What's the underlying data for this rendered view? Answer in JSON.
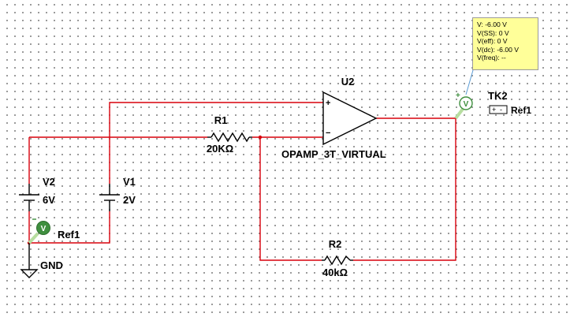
{
  "probe_readout": {
    "lines": [
      "V: -6.00 V",
      "V(SS): 0 V",
      "V(eff): 0 V",
      "V(dc): -6.00 V",
      "V(freq): --"
    ]
  },
  "components": {
    "opamp": {
      "ref": "U2",
      "model": "OPAMP_3T_VIRTUAL",
      "plus": "+",
      "minus": "−"
    },
    "r1": {
      "ref": "R1",
      "value": "20KΩ"
    },
    "r2": {
      "ref": "R2",
      "value": "40kΩ"
    },
    "v1": {
      "ref": "V1",
      "value": "2V"
    },
    "v2": {
      "ref": "V2",
      "value": "6V"
    },
    "gnd": {
      "label": "GND"
    },
    "probe_tk2": {
      "ref": "TK2",
      "reference": "Ref1",
      "symbol": "V",
      "plus": "+",
      "minus": "-"
    },
    "probe_left": {
      "reference": "Ref1",
      "symbol": "V"
    }
  },
  "colors": {
    "wire": "#d8000c",
    "probe": "#3f8f3f",
    "tooltip_bg": "#ffff99"
  }
}
